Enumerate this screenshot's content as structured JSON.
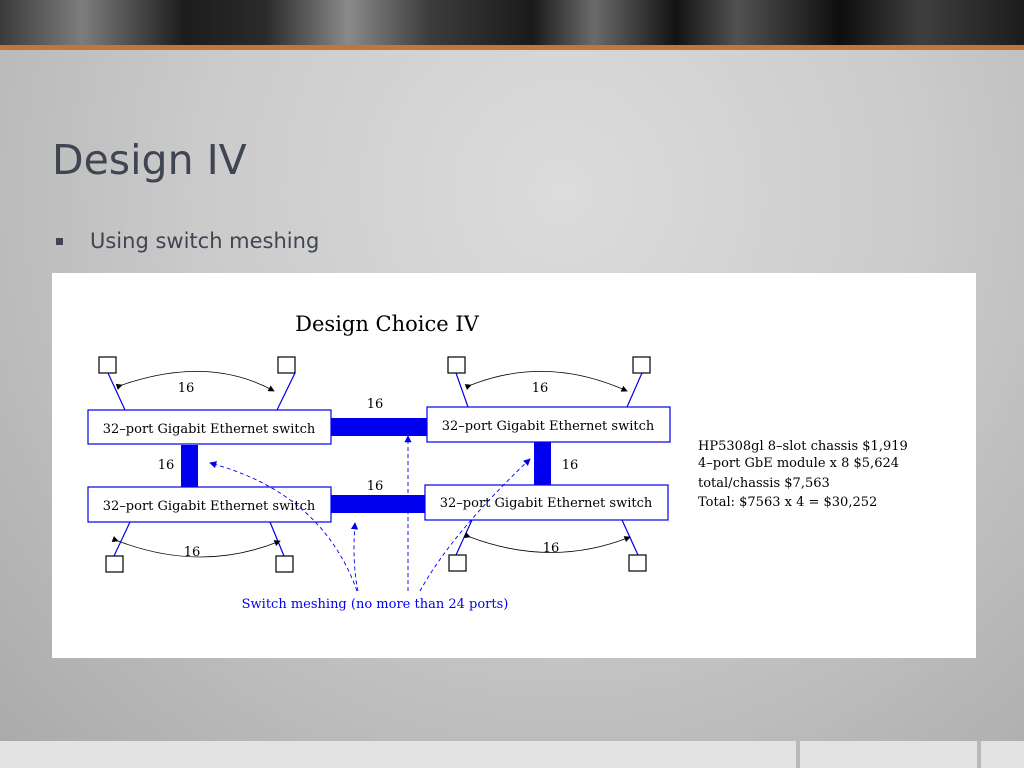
{
  "slide": {
    "title": "Design IV",
    "bullet": "Using switch meshing"
  },
  "diagram": {
    "title": "Design Choice IV",
    "switch_label": "32–port Gigabit Ethernet switch",
    "link_label": "16",
    "meshing_note": "Switch meshing (no more than  24 ports)",
    "costs": [
      "HP5308gl 8–slot chassis $1,919",
      "4–port GbE module x 8 $5,624",
      "total/chassis $7,563",
      "Total: $7563 x 4 = $30,252"
    ],
    "colors": {
      "mesh_link": "#0000ee",
      "accent_bar": "#c9733a",
      "title_text": "#404552"
    }
  }
}
